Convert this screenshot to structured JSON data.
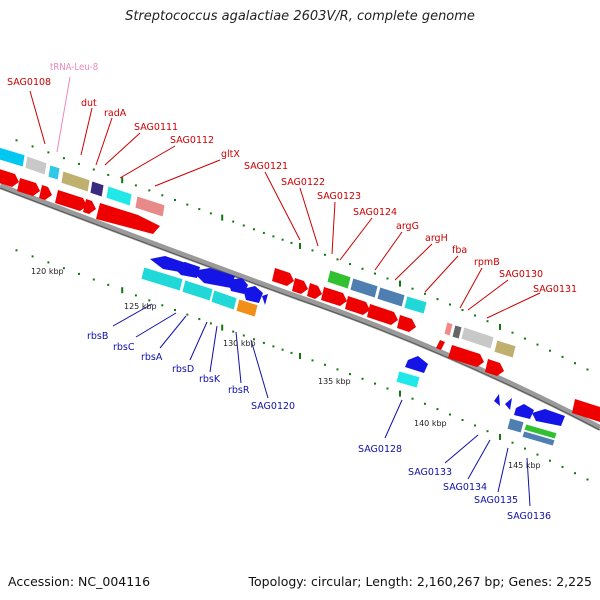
{
  "title": "Streptococcus agalactiae 2603V/R, complete genome",
  "footer": {
    "accession_label": "Accession:",
    "accession": "NC_004116",
    "topology_label": "Topology:",
    "topology": "circular;",
    "length_label": "Length:",
    "length": "2,160,267 bp;",
    "genes_label": "Genes:",
    "genes": "2,225"
  },
  "colors": {
    "forward_label": "#cc0000",
    "reverse_label": "#1010aa",
    "trna_label": "#ee88bb",
    "tick": "#117711",
    "backbone": "#8a8a8a"
  },
  "scale_ticks": [
    "120 kbp",
    "125 kbp",
    "130 kbp",
    "135 kbp",
    "140 kbp",
    "145 kbp"
  ],
  "genes_forward": [
    "SAG0108",
    "tRNA-Leu-8",
    "dut",
    "radA",
    "SAG0111",
    "SAG0112",
    "gltX",
    "SAG0121",
    "SAG0122",
    "SAG0123",
    "SAG0124",
    "argG",
    "argH",
    "fba",
    "rpmB",
    "SAG0130",
    "SAG0131"
  ],
  "genes_reverse": [
    "rbsB",
    "rbsC",
    "rbsA",
    "rbsD",
    "rbsK",
    "rbsR",
    "SAG0120",
    "SAG0128",
    "SAG0133",
    "SAG0134",
    "SAG0135",
    "SAG0136"
  ]
}
